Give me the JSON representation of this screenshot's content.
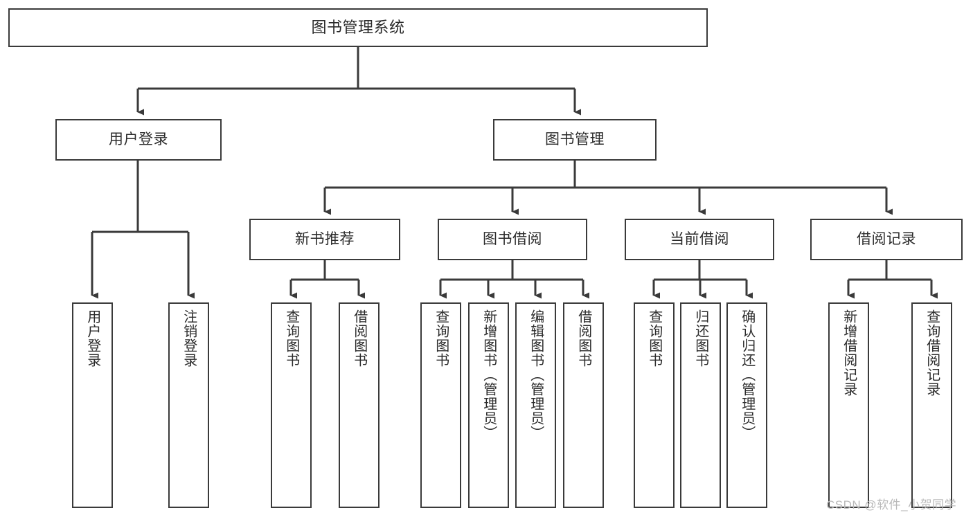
{
  "diagram": {
    "title": "图书管理系统",
    "type": "hierarchy-tree",
    "background_color": "#ffffff",
    "stroke_color": "#3a3a3a",
    "text_color": "#2b2b2b",
    "levels": 4
  },
  "nodes": {
    "root": {
      "label": "图书管理系统"
    },
    "level1": [
      {
        "label": "用户登录"
      },
      {
        "label": "图书管理"
      }
    ],
    "level2": [
      {
        "label": "新书推荐"
      },
      {
        "label": "图书借阅"
      },
      {
        "label": "当前借阅"
      },
      {
        "label": "借阅记录"
      }
    ],
    "leaves": {
      "user_login": [
        {
          "label": "用户登录"
        },
        {
          "label": "注销登录"
        }
      ],
      "new_book_recommend": [
        {
          "label": "查询图书"
        },
        {
          "label": "借阅图书"
        }
      ],
      "book_borrow": [
        {
          "label": "查询图书"
        },
        {
          "label": "新增图书（管理员）"
        },
        {
          "label": "编辑图书（管理员）"
        },
        {
          "label": "借阅图书"
        }
      ],
      "current_borrow": [
        {
          "label": "查询图书"
        },
        {
          "label": "归还图书"
        },
        {
          "label": "确认归还（管理员）"
        }
      ],
      "borrow_record": [
        {
          "label": "新增借阅记录"
        },
        {
          "label": "查询借阅记录"
        }
      ]
    }
  },
  "watermark": {
    "text": "CSDN @软件_小贺同学"
  }
}
